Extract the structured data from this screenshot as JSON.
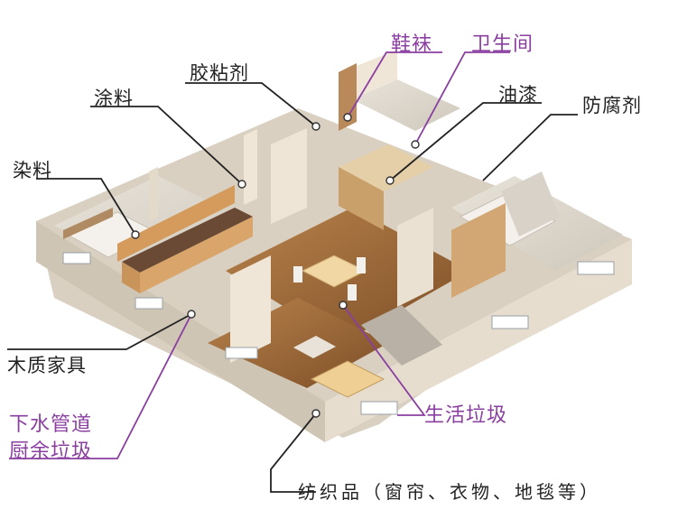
{
  "labels": {
    "shoes_socks": "鞋袜",
    "bathroom": "卫生间",
    "glue": "胶粘剂",
    "paint_oil": "油漆",
    "coating": "涂料",
    "preservative": "防腐剂",
    "dye": "染料",
    "wood_furniture": "木质家具",
    "drain_pipe": "下水管道",
    "kitchen_waste": "厨余垃圾",
    "household_waste": "生活垃圾",
    "textiles": "纺织品（窗帘、衣物、地毯等）"
  },
  "colors": {
    "dark_label": "#222222",
    "highlight_label": "#8a3fa0",
    "floor_wood": "#9a6a3c",
    "wall": "#efe6d8",
    "wall_shadow": "#c9bda8"
  }
}
